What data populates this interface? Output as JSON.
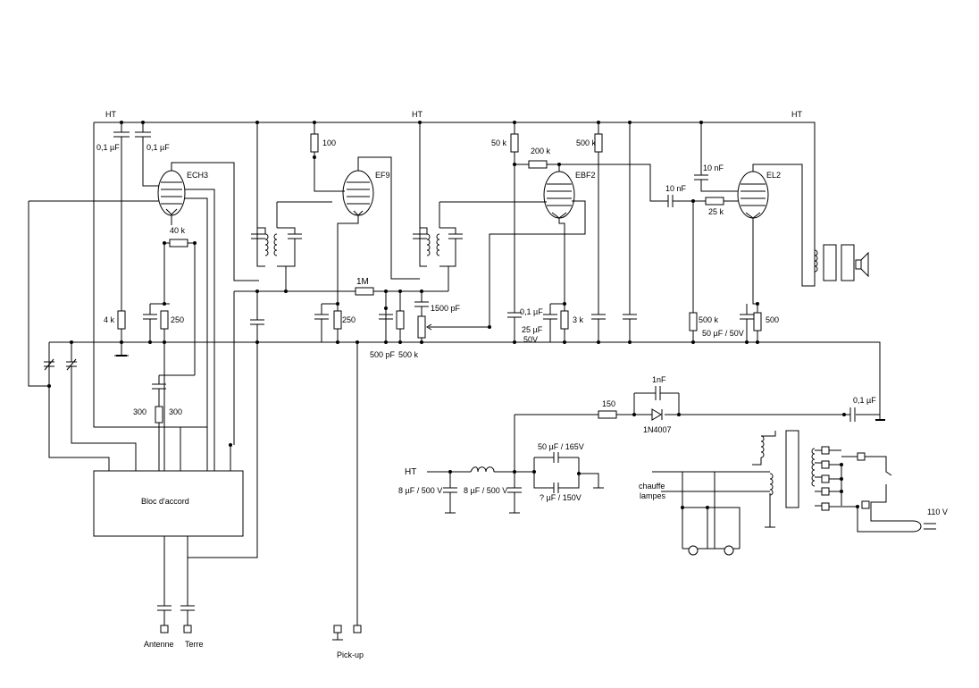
{
  "labels": {
    "ht_left": "HT",
    "ht_mid": "HT",
    "ht_right": "HT",
    "c_01a": "0,1 µF",
    "c_01b": "0,1 µF",
    "r_100": "100",
    "r_50k": "50 k",
    "r_200k": "200 k",
    "r_500k_top": "500 k",
    "c_10nf_a": "10 nF",
    "c_10nf_b": "10 nF",
    "r_25k": "25 k",
    "tube_ech3": "ECH3",
    "tube_ef9": "EF9",
    "tube_ebf2": "EBF2",
    "tube_el2": "EL2",
    "r_40k": "40 k",
    "r_1m": "1M",
    "c_1500pf": "1500 pF",
    "r_4k": "4 k",
    "r_250a": "250",
    "r_250b": "250",
    "c_500pf": "500 pF",
    "r_500k_vol": "500 k",
    "c_01c": "0,1 µF",
    "c_25uf": "25 µF",
    "v_50v": "50V",
    "r_3k": "3 k",
    "r_500k_grid": "500 k",
    "c_50uf_50v": "50 µF / 50V",
    "r_500": "500",
    "r_300a": "300",
    "r_300b": "300",
    "bloc": "Bloc d'accord",
    "antenne": "Antenne",
    "terre": "Terre",
    "pickup": "Pick-up",
    "c_1nf": "1nF",
    "r_150": "150",
    "d_1n4007": "1N4007",
    "c_01d": "0,1 µF",
    "ht_ps": "HT",
    "c_8uf_a": "8 µF / 500 V",
    "c_8uf_b": "8 µF / 500 V",
    "c_50uf_165v": "50 µF / 165V",
    "c_q_150v": "? µF / 150V",
    "chauffe": "chauffe",
    "lampes": "lampes",
    "v_110": "110 V"
  }
}
